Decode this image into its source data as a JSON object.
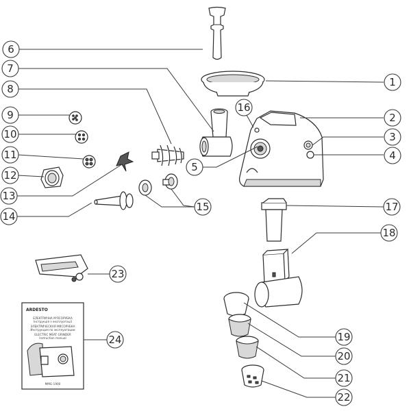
{
  "callouts": [
    {
      "id": "1",
      "label": "1"
    },
    {
      "id": "2",
      "label": "2"
    },
    {
      "id": "3",
      "label": "3"
    },
    {
      "id": "4",
      "label": "4"
    },
    {
      "id": "5",
      "label": "5"
    },
    {
      "id": "6",
      "label": "6"
    },
    {
      "id": "7",
      "label": "7"
    },
    {
      "id": "8",
      "label": "8"
    },
    {
      "id": "9",
      "label": "9"
    },
    {
      "id": "10",
      "label": "10"
    },
    {
      "id": "11",
      "label": "11"
    },
    {
      "id": "12",
      "label": "12"
    },
    {
      "id": "13",
      "label": "13"
    },
    {
      "id": "14",
      "label": "14"
    },
    {
      "id": "15",
      "label": "15"
    },
    {
      "id": "16",
      "label": "16"
    },
    {
      "id": "17",
      "label": "17"
    },
    {
      "id": "18",
      "label": "18"
    },
    {
      "id": "19",
      "label": "19"
    },
    {
      "id": "20",
      "label": "20"
    },
    {
      "id": "21",
      "label": "21"
    },
    {
      "id": "22",
      "label": "22"
    },
    {
      "id": "23",
      "label": "23"
    },
    {
      "id": "24",
      "label": "24"
    }
  ],
  "manual": {
    "brand": "ARDESTO",
    "title_ru": "ЕЛЕКТРИЧНА М'ЯСОРУБКА",
    "subtitle_ru": "Інструкція з експлуатації",
    "title_ru2": "ЭЛЕКТРИЧЕСКАЯ МЯСОРУБКА",
    "subtitle_ru2": "Инструкция по эксплуатации",
    "title_en": "ELECTRIC MEAT GRINDER",
    "subtitle_en": "Instruction manual",
    "model": "MMG-1900"
  }
}
